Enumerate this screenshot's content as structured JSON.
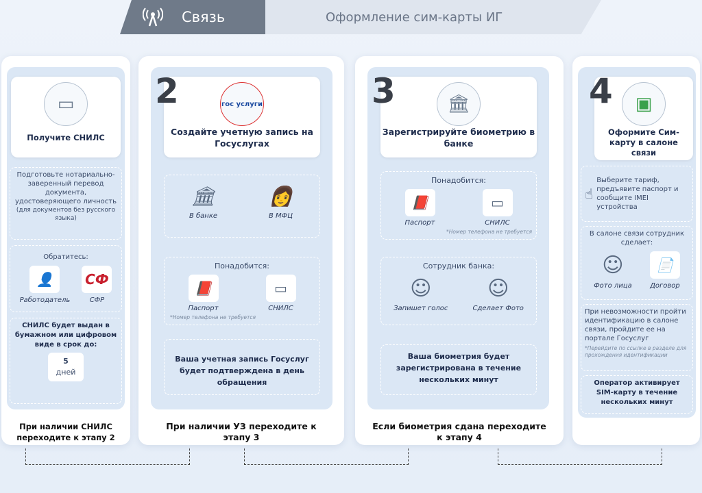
{
  "header": {
    "section_tab": "Связь",
    "page_tab": "Оформление сим-карты ИГ",
    "icon": "antenna-icon"
  },
  "steps": [
    {
      "title": "Получите СНИЛС",
      "instruction": "Подготовьте нотариально-заверенный перевод документа, удостоверяющего личность",
      "instruction_note": "(для документов без русского языка)",
      "contact_label": "Обратитесь:",
      "contacts": [
        "Работодатель",
        "СФР"
      ],
      "result": "СНИЛС будет выдан в бумажном или цифровом виде в срок до:",
      "days_num": "5",
      "days_unit": "дней",
      "caption": "При наличии СНИЛС переходите к этапу 2"
    },
    {
      "number": "2",
      "logo": "гос услуги",
      "title": "Создайте учетную запись на Госуслугах",
      "places": [
        "В банке",
        "В МФЦ"
      ],
      "need_label": "Понадобится:",
      "needs": [
        "Паспорт",
        "СНИЛС"
      ],
      "note": "*Номер телефона не требуется",
      "result": "Ваша учетная запись Госуслуг будет подтверждена в день обращения",
      "caption": "При наличии УЗ переходите к этапу 3"
    },
    {
      "number": "3",
      "title": "Зарегистрируйте биометрию в банке",
      "need_label": "Понадобится:",
      "needs": [
        "Паспорт",
        "СНИЛС"
      ],
      "note": "*Номер телефона не требуется",
      "staff_label": "Сотрудник банка:",
      "staff_actions": [
        "Запишет голос",
        "Сделает Фото"
      ],
      "result": "Ваша биометрия будет зарегистрирована в течение нескольких минут",
      "caption": "Если биометрия сдана переходите к этапу 4"
    },
    {
      "number": "4",
      "title": "Оформите Сим-карту в салоне связи",
      "choose": "Выберите тариф, предъявите паспорт и сообщите IMEI устройства",
      "salon_label": "В салоне связи сотрудник сделает:",
      "salon_items": [
        "Фото лица",
        "Договор"
      ],
      "fallback": "При невозможности пройти идентификацию в салоне связи, пройдите ее на портале Госуслуг",
      "fallback_note": "*Перейдите по ссылке в разделе для прохождения идентификации",
      "result": "Оператор активирует SIM-карту в течение нескольких минут"
    }
  ]
}
